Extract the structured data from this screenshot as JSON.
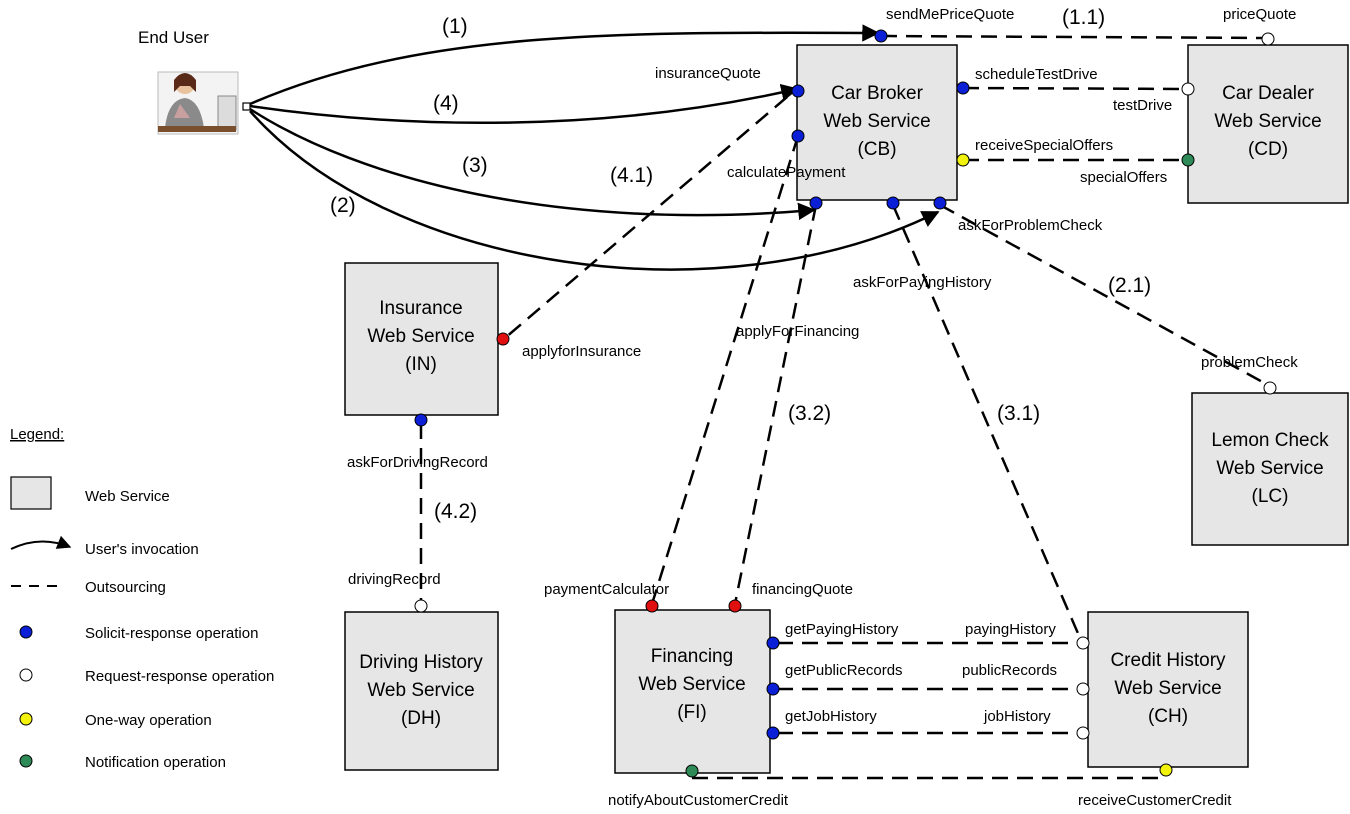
{
  "end_user": {
    "label": "End User"
  },
  "services": {
    "cb": {
      "line1": "Car Broker",
      "line2": "Web Service",
      "abbr": "(CB)"
    },
    "cd": {
      "line1": "Car Dealer",
      "line2": "Web Service",
      "abbr": "(CD)"
    },
    "in": {
      "line1": "Insurance",
      "line2": "Web Service",
      "abbr": "(IN)"
    },
    "lc": {
      "line1": "Lemon Check",
      "line2": "Web Service",
      "abbr": "(LC)"
    },
    "dh": {
      "line1": "Driving History",
      "line2": "Web Service",
      "abbr": "(DH)"
    },
    "fi": {
      "line1": "Financing",
      "line2": "Web Service",
      "abbr": "(FI)"
    },
    "ch": {
      "line1": "Credit History",
      "line2": "Web Service",
      "abbr": "(CH)"
    }
  },
  "operations": {
    "sendMePriceQuote": "sendMePriceQuote",
    "priceQuote": "priceQuote",
    "insuranceQuote": "insuranceQuote",
    "scheduleTestDrive": "scheduleTestDrive",
    "testDrive": "testDrive",
    "receiveSpecialOffers": "receiveSpecialOffers",
    "specialOffers": "specialOffers",
    "calculatePayment": "calculatePayment",
    "askForProblemCheck": "askForProblemCheck",
    "askForPayingHistory": "askForPayingHistory",
    "applyForFinancing": "applyForFinancing",
    "applyforInsurance": "applyforInsurance",
    "problemCheck": "problemCheck",
    "askForDrivingRecord": "askForDrivingRecord",
    "drivingRecord": "drivingRecord",
    "paymentCalculator": "paymentCalculator",
    "financingQuote": "financingQuote",
    "getPayingHistory": "getPayingHistory",
    "payingHistory": "payingHistory",
    "getPublicRecords": "getPublicRecords",
    "publicRecords": "publicRecords",
    "getJobHistory": "getJobHistory",
    "jobHistory": "jobHistory",
    "notifyAboutCustomerCredit": "notifyAboutCustomerCredit",
    "receiveCustomerCredit": "receiveCustomerCredit"
  },
  "sequence_labels": {
    "s1": "(1)",
    "s1_1": "(1.1)",
    "s4": "(4)",
    "s3": "(3)",
    "s2": "(2)",
    "s4_1": "(4.1)",
    "s2_1": "(2.1)",
    "s3_2": "(3.2)",
    "s3_1": "(3.1)",
    "s4_2": "(4.2)"
  },
  "legend": {
    "title": "Legend:",
    "web_service": "Web Service",
    "invocation": "User's invocation",
    "outsourcing": "Outsourcing",
    "solicit": "Solicit-response operation",
    "request": "Request-response operation",
    "oneway": "One-way operation",
    "notification": "Notification operation"
  },
  "colors": {
    "solicit": "#0a1fd6",
    "request": "#ffffff",
    "oneway": "#f2f20a",
    "notification": "#2e8b57",
    "red": "#e01010",
    "box_fill": "#e6e6e6"
  }
}
